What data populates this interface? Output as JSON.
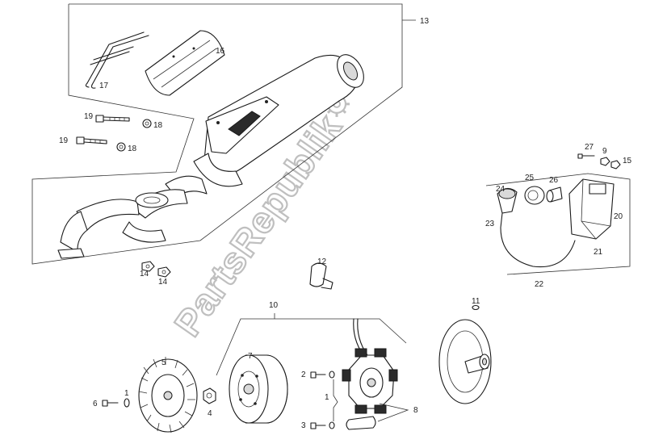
{
  "watermark": {
    "text": "PartsRepublik",
    "color": "#bfbfbf"
  },
  "callouts": {
    "c13": "13",
    "c16": "16",
    "c17": "17",
    "c19a": "19",
    "c18a": "18",
    "c19b": "19",
    "c18b": "18",
    "c14a": "14",
    "c14b": "14",
    "c12": "12",
    "c10": "10",
    "c11": "11",
    "c5": "5",
    "c7": "7",
    "c6": "6",
    "c1a": "1",
    "c4": "4",
    "c2": "2",
    "c1b": "1",
    "c3": "3",
    "c8": "8",
    "c27": "27",
    "c9": "9",
    "c15": "15",
    "c24": "24",
    "c25": "25",
    "c26": "26",
    "c23": "23",
    "c20": "20",
    "c21": "21",
    "c22": "22"
  }
}
